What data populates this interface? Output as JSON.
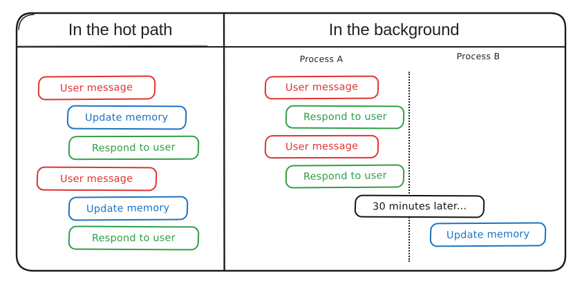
{
  "diagram": {
    "title_left": "In the hot path",
    "title_right": "In the background",
    "colors": {
      "red": "#e03131",
      "blue": "#1971c2",
      "green": "#2f9e44",
      "black": "#111111",
      "frame": "#1a1a1a",
      "background": "#ffffff",
      "title_text": "#232323"
    },
    "frame": {
      "shape": "rounded-rectangle",
      "column_divider": "vertical-solid-line",
      "header_divider": "horizontal-solid-line",
      "process_divider": "vertical-dotted-line"
    },
    "left_panel": {
      "title": "In the hot path",
      "nodes": [
        {
          "label": "User message",
          "color": "red",
          "kind": "user-message"
        },
        {
          "label": "Update memory",
          "color": "blue",
          "kind": "update-memory"
        },
        {
          "label": "Respond to user",
          "color": "green",
          "kind": "respond-to-user"
        },
        {
          "label": "User message",
          "color": "red",
          "kind": "user-message"
        },
        {
          "label": "Update memory",
          "color": "blue",
          "kind": "update-memory"
        },
        {
          "label": "Respond to user",
          "color": "green",
          "kind": "respond-to-user"
        }
      ]
    },
    "right_panel": {
      "title": "In the background",
      "process_a_label": "Process A",
      "process_b_label": "Process B",
      "process_a_nodes": [
        {
          "label": "User message",
          "color": "red",
          "kind": "user-message"
        },
        {
          "label": "Respond to user",
          "color": "green",
          "kind": "respond-to-user"
        },
        {
          "label": "User message",
          "color": "red",
          "kind": "user-message"
        },
        {
          "label": "Respond to user",
          "color": "green",
          "kind": "respond-to-user"
        }
      ],
      "time_gap_note": "30 minutes later...",
      "process_b_nodes": [
        {
          "label": "Update memory",
          "color": "blue",
          "kind": "update-memory"
        }
      ]
    }
  }
}
